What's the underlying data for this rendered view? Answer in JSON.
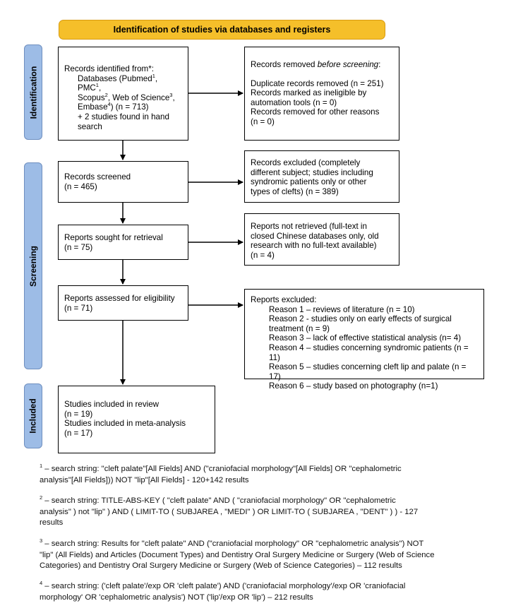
{
  "banner": "Identification of studies via databases and registers",
  "phases": {
    "identification": "Identification",
    "screening": "Screening",
    "included": "Included"
  },
  "identified": {
    "l1": "Records identified from*:",
    "l2a": "Databases (Pubmed",
    "l2a_sup": "1",
    "l2b": ", PMC",
    "l2b_sup": "1",
    "l2c": ",",
    "l3a": "Scopus",
    "l3a_sup": "2",
    "l3b": ", Web of Science",
    "l3b_sup": "3",
    "l3c": ",",
    "l4a": "Embase",
    "l4a_sup": "4",
    "l4b": ") (n = 713)",
    "l5": "+ 2 studies found in hand",
    "l6": "search"
  },
  "removed": {
    "l1a": "Records removed ",
    "l1b": "before screening",
    "l1c": ":",
    "l2": "Duplicate records removed  (n = 251)",
    "l3": "Records marked as ineligible by",
    "l4": "automation tools (n = 0)",
    "l5": "Records removed for other reasons",
    "l6": "(n = 0)"
  },
  "screened": {
    "l1": "Records screened",
    "l2": "(n = 465)"
  },
  "excluded_records": {
    "l1": "Records excluded (completely",
    "l2": "different subject; studies including",
    "l3": "syndromic patients only or other",
    "l4": "types of clefts) (n = 389)"
  },
  "sought": {
    "l1": "Reports sought for retrieval",
    "l2": "(n = 75)"
  },
  "not_retrieved": {
    "l1": "Reports not retrieved (full-text in",
    "l2": "closed Chinese databases only, old",
    "l3": "research with no full-text available)",
    "l4": "(n = 4)"
  },
  "assessed": {
    "l1": "Reports assessed for eligibility",
    "l2": "(n = 71)"
  },
  "reports_excluded": {
    "title": "Reports excluded:",
    "r1": "Reason 1 – reviews of literature (n = 10)",
    "r2a": "Reason 2 - studies only on early effects of surgical",
    "r2b": "treatment (n = 9)",
    "r3": "Reason 3 – lack of effective statistical analysis (n= 4)",
    "r4": "Reason 4 – studies concerning syndromic patients (n = 11)",
    "r5": "Reason 5 – studies concerning cleft lip and palate (n = 17)",
    "r6": "Reason 6 – study based on photography (n=1)"
  },
  "included_box": {
    "l1": "Studies included in review",
    "l2": "(n = 19)",
    "l3": "Studies included in meta-analysis",
    "l4": "(n = 17)"
  },
  "footnotes": {
    "f1_sup": "1",
    "f1a": " – search string: \"cleft palate\"[All Fields] AND (\"craniofacial morphology\"[All Fields] OR \"cephalometric",
    "f1b": "analysis\"[All Fields])) NOT \"lip\"[All Fields] - 120+142 results",
    "f2_sup": "2",
    "f2a": " – search string: TITLE-ABS-KEY ( \"cleft palate\"  AND  ( \"craniofacial morphology\"  OR  \"cephalometric",
    "f2b": "analysis\" )  not  \"lip\" )  AND  ( LIMIT-TO ( SUBJAREA ,  \"MEDI\" )  OR  LIMIT-TO ( SUBJAREA ,  \"DENT\" ) )  - 127",
    "f2c": "results",
    "f3_sup": "3",
    "f3a": " – search string: Results for \"cleft palate\" AND (\"craniofacial morphology\" OR \"cephalometric analysis\") NOT",
    "f3b": "\"lip\" (All Fields) and Articles (Document Types) and Dentistry Oral Surgery Medicine or Surgery (Web of Science",
    "f3c": "Categories) and Dentistry Oral Surgery Medicine or Surgery (Web of Science Categories) – 112 results",
    "f4_sup": "4",
    "f4a": " – search string: ('cleft palate'/exp OR 'cleft palate') AND ('craniofacial morphology'/exp OR 'craniofacial",
    "f4b": "morphology' OR 'cephalometric analysis') NOT ('lip'/exp OR 'lip') – 212 results"
  }
}
